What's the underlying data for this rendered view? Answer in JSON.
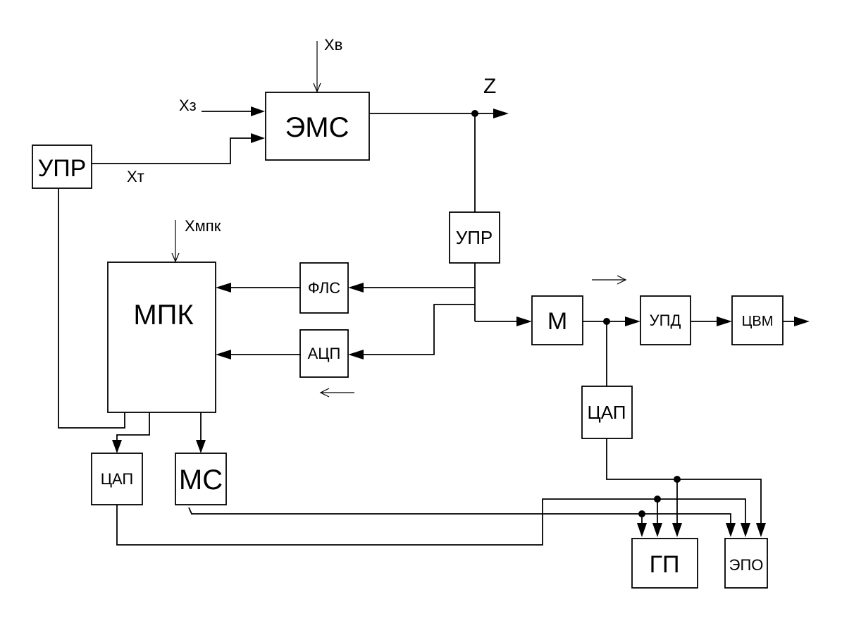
{
  "blocks": {
    "ems": "ЭМС",
    "upr_left": "УПР",
    "upr_right": "УПР",
    "mpk": "МПК",
    "fls": "ФЛС",
    "acp": "АЦП",
    "m": "М",
    "upd": "УПД",
    "cvm": "ЦВМ",
    "cap_right": "ЦАП",
    "cap_left": "ЦАП",
    "ms": "МС",
    "gp": "ГП",
    "epo": "ЭПО"
  },
  "signals": {
    "xv": "Хв",
    "xz": "Хз",
    "xt": "Хт",
    "xmpk": "Хмпк",
    "z": "Z"
  }
}
